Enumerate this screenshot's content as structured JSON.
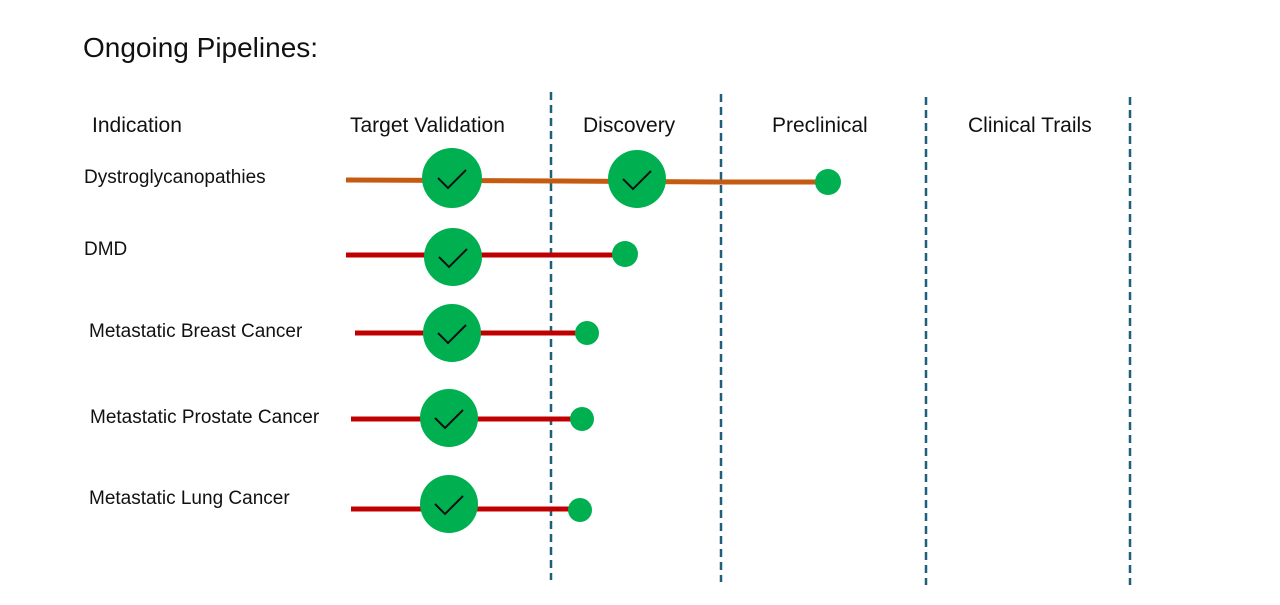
{
  "title": "Ongoing Pipelines:",
  "headers": {
    "indication": "Indication",
    "target_validation": "Target  Validation",
    "discovery": "Discovery",
    "preclinical": "Preclinical",
    "clinical_trails": "Clinical  Trails"
  },
  "stages": [
    "Target Validation",
    "Discovery",
    "Preclinical",
    "Clinical Trails"
  ],
  "rows": [
    {
      "label": "Dystroglycanopathies",
      "completed_stages": [
        "Target Validation",
        "Discovery"
      ],
      "progress_stage": "Preclinical",
      "line_color": "#c55a11"
    },
    {
      "label": "DMD",
      "completed_stages": [
        "Target Validation"
      ],
      "progress_stage": "Discovery",
      "line_color": "#c00000"
    },
    {
      "label": "Metastatic Breast Cancer",
      "completed_stages": [
        "Target Validation"
      ],
      "progress_stage": "Discovery",
      "line_color": "#c00000"
    },
    {
      "label": "Metastatic Prostate Cancer",
      "completed_stages": [
        "Target Validation"
      ],
      "progress_stage": "Discovery",
      "line_color": "#c00000"
    },
    {
      "label": "Metastatic Lung Cancer",
      "completed_stages": [
        "Target Validation"
      ],
      "progress_stage": "Discovery",
      "line_color": "#c00000"
    }
  ],
  "colors": {
    "milestone_fill": "#00b050",
    "check_mark": "#111111",
    "divider": "#1f5f7a"
  },
  "icons": {
    "milestone": "check-circle-icon",
    "progress_end": "dot-icon"
  }
}
